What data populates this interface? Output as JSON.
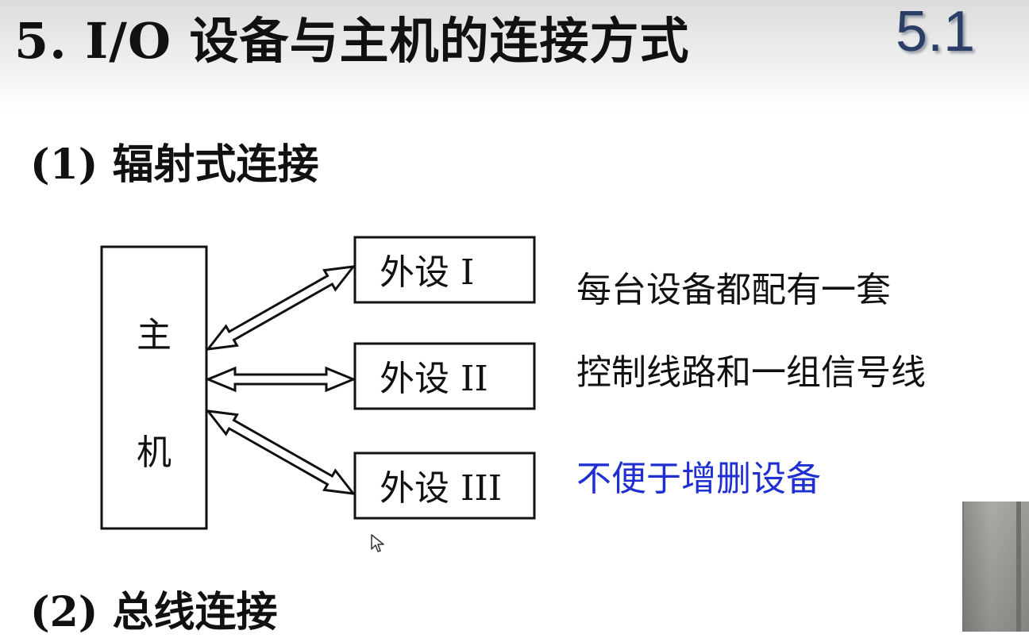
{
  "slide": {
    "title": "5. I/O 设备与主机的连接方式",
    "number": "5.1"
  },
  "section1": {
    "heading": "(1) 辐射式连接",
    "diagram": {
      "host_label": [
        "主",
        "机"
      ],
      "peripherals": [
        "外设 I",
        "外设 II",
        "外设 III"
      ]
    },
    "notes": [
      "每台设备都配有一套",
      "控制线路和一组信号线"
    ],
    "drawback": "不便于增删设备",
    "drawback_color": "#1f2fd0"
  },
  "section2": {
    "heading": "(2) 总线连接"
  },
  "icons": [
    "pointer-cursor-icon"
  ]
}
